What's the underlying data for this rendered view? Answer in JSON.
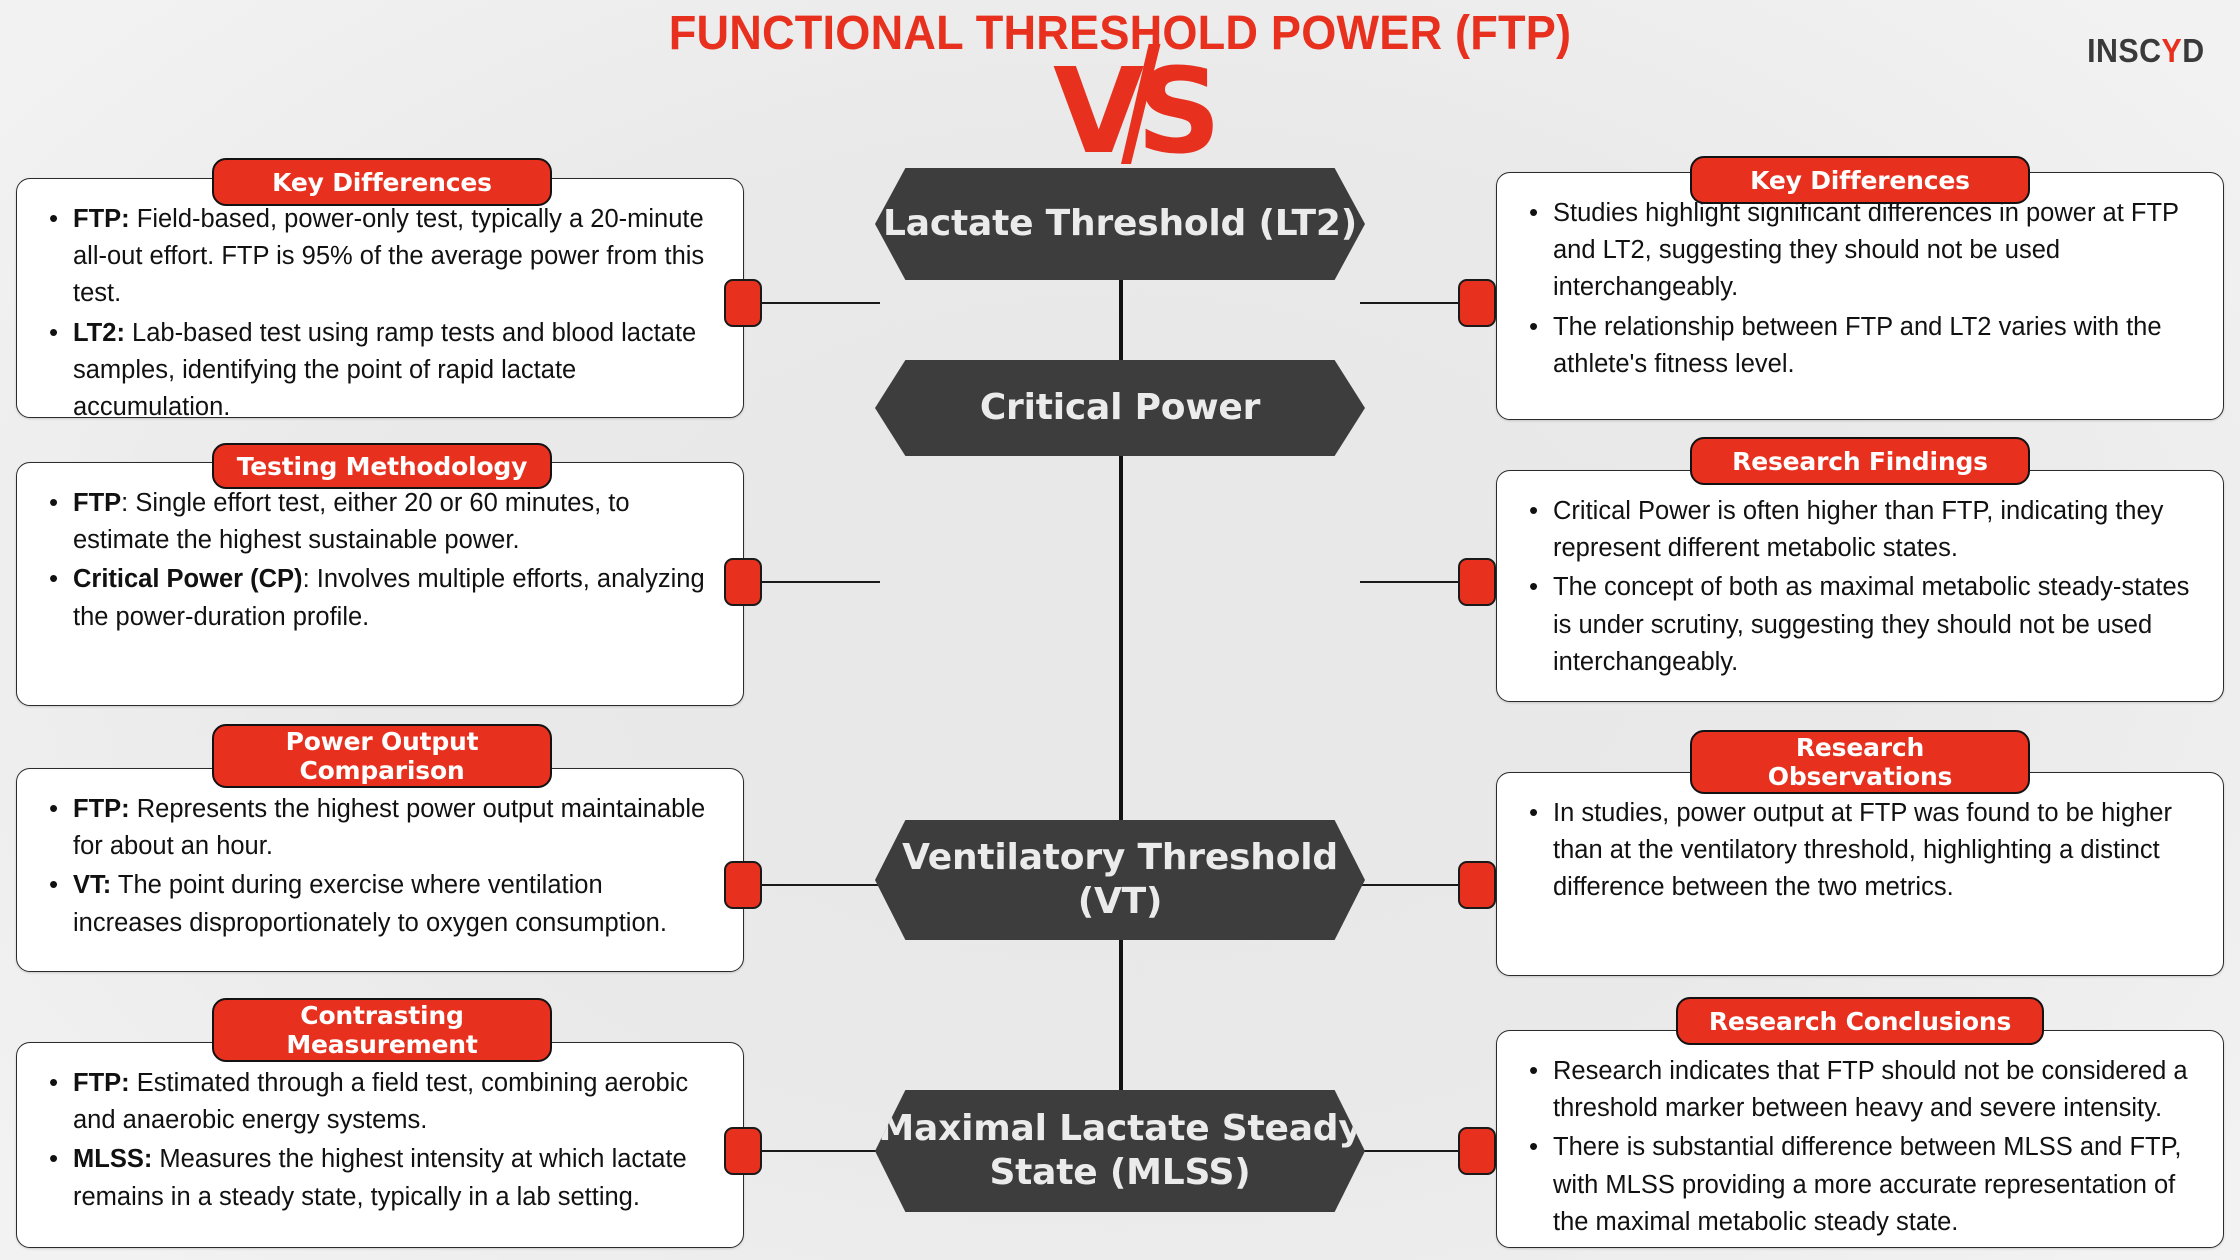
{
  "header": {
    "title": "FUNCTIONAL THRESHOLD POWER (FTP)",
    "vs_label": "VS",
    "brand_pre": "INSC",
    "brand_y": "Y",
    "brand_post": "D"
  },
  "theme": {
    "accent_red": "#e8301f",
    "hex_dark": "#3d3d3d",
    "card_white": "#ffffff",
    "outline_dark": "#121212",
    "background": "#e9e9e9"
  },
  "center_nodes": [
    {
      "label": "Lactate Threshold\n(LT2)"
    },
    {
      "label": "Critical Power"
    },
    {
      "label": "Ventilatory Threshold\n(VT)"
    },
    {
      "label": "Maximal Lactate\nSteady State (MLSS)"
    }
  ],
  "left_cards": [
    {
      "badge": "Key Differences",
      "bullets": [
        {
          "lead": "FTP:",
          "text": " Field-based, power-only test, typically a 20-minute all-out effort. FTP is 95% of the average power from this test."
        },
        {
          "lead": "LT2:",
          "text": " Lab-based test using ramp tests and blood lactate samples, identifying the point of rapid lactate accumulation."
        }
      ]
    },
    {
      "badge": "Testing Methodology",
      "bullets": [
        {
          "lead": "FTP",
          "text": ": Single effort test, either 20 or 60 minutes, to estimate the highest sustainable power."
        },
        {
          "lead": "Critical Power (CP)",
          "text": ": Involves multiple efforts, analyzing the power-duration profile."
        }
      ]
    },
    {
      "badge": "Power Output\nComparison",
      "bullets": [
        {
          "lead": "FTP:",
          "text": " Represents the highest power output maintainable for about an hour."
        },
        {
          "lead": "VT:",
          "text": " The point during exercise where ventilation increases disproportionately to oxygen consumption."
        }
      ]
    },
    {
      "badge": "Contrasting\nMeasurement",
      "bullets": [
        {
          "lead": "FTP:",
          "text": " Estimated through a field test, combining aerobic and anaerobic energy systems."
        },
        {
          "lead": "MLSS:",
          "text": " Measures the highest intensity at which lactate remains in a steady state, typically in a lab setting."
        }
      ]
    }
  ],
  "right_cards": [
    {
      "badge": "Key Differences",
      "bullets": [
        {
          "lead": "",
          "text": "Studies highlight significant differences in power at FTP and LT2, suggesting they should not be used interchangeably."
        },
        {
          "lead": "",
          "text": "The relationship between FTP and LT2 varies with the athlete's fitness level."
        }
      ]
    },
    {
      "badge": "Research Findings",
      "bullets": [
        {
          "lead": "",
          "text": "Critical Power is often higher than FTP, indicating they represent different metabolic states."
        },
        {
          "lead": "",
          "text": "The concept of both as maximal metabolic steady-states is under scrutiny, suggesting they should not be used interchangeably."
        }
      ]
    },
    {
      "badge": "Research\nObservations",
      "bullets": [
        {
          "lead": "",
          "text": "In studies, power output at FTP was found to be higher than at the ventilatory threshold, highlighting a distinct difference between the two metrics."
        }
      ]
    },
    {
      "badge": "Research Conclusions",
      "bullets": [
        {
          "lead": "",
          "text": "Research indicates that FTP should not be considered a threshold marker between heavy and severe intensity."
        },
        {
          "lead": "",
          "text": "There is substantial difference between MLSS and FTP, with MLSS providing a more accurate representation of the maximal metabolic steady state."
        }
      ]
    }
  ]
}
